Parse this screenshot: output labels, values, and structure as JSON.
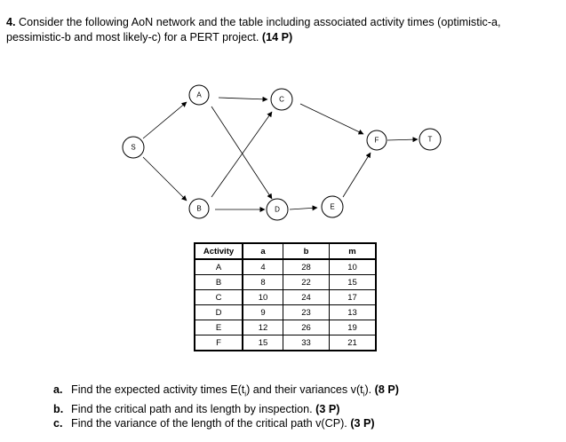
{
  "question": {
    "number": "4.",
    "text": "Consider the following AoN network and the table including associated activity times (optimistic-a, pessimistic-b and most likely-c) for a PERT project.",
    "points": "(14 P)"
  },
  "network": {
    "nodes": [
      "S",
      "A",
      "B",
      "C",
      "D",
      "E",
      "F",
      "T"
    ]
  },
  "table": {
    "headers": [
      "Activity",
      "a",
      "b",
      "m"
    ],
    "rows": [
      [
        "A",
        "4",
        "28",
        "10"
      ],
      [
        "B",
        "8",
        "22",
        "15"
      ],
      [
        "C",
        "10",
        "24",
        "17"
      ],
      [
        "D",
        "9",
        "23",
        "13"
      ],
      [
        "E",
        "12",
        "26",
        "19"
      ],
      [
        "F",
        "15",
        "33",
        "21"
      ]
    ]
  },
  "subquestions": [
    {
      "label": "a.",
      "text_before": "Find the expected activity times E(t",
      "sub": "i",
      "text_after": ") and their variances v(t",
      "sub2": "i",
      "text_end": ").",
      "points": "(8 P)"
    },
    {
      "label": "b.",
      "text": "Find the critical path and its length by inspection.",
      "points": "(3 P)"
    },
    {
      "label": "c.",
      "text": "Find the variance of the length of the critical path v(CP).",
      "points": "(3 P)"
    }
  ]
}
